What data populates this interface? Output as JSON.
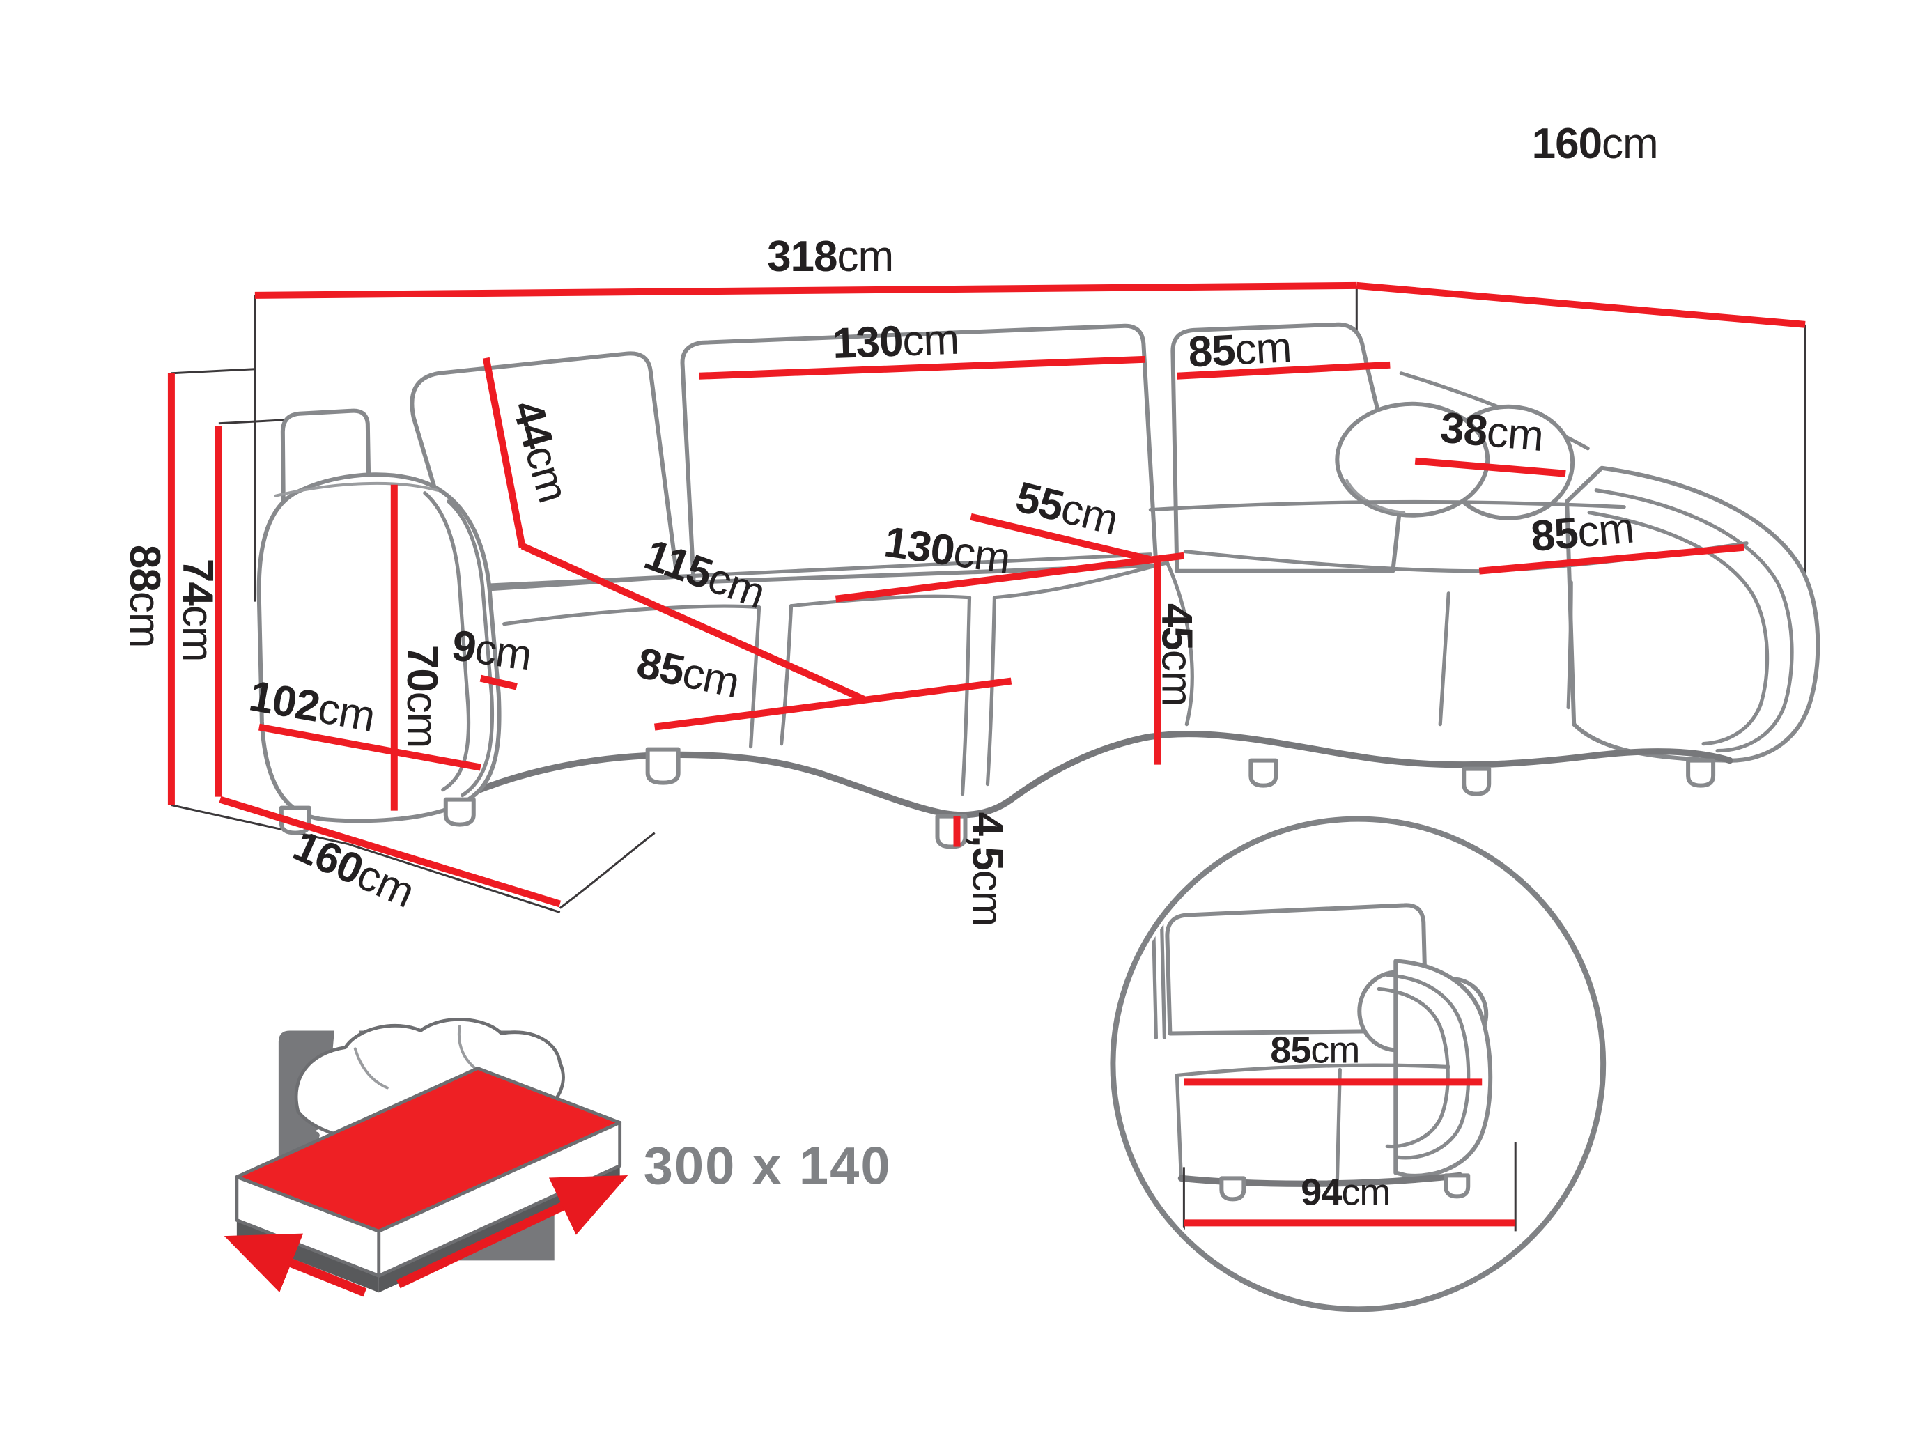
{
  "dimensions": {
    "total_width": {
      "value": "318",
      "unit": "cm"
    },
    "total_depth": {
      "value": "160",
      "unit": "cm"
    },
    "backrest_mid_width": {
      "value": "130",
      "unit": "cm"
    },
    "backrest_right_width": {
      "value": "85",
      "unit": "cm"
    },
    "backrest_height": {
      "value": "44",
      "unit": "cm"
    },
    "bolster_width": {
      "value": "38",
      "unit": "cm"
    },
    "seat_depth_left": {
      "value": "115",
      "unit": "cm"
    },
    "seat_width_left": {
      "value": "85",
      "unit": "cm"
    },
    "seat_width_mid": {
      "value": "130",
      "unit": "cm"
    },
    "seat_depth_mid": {
      "value": "55",
      "unit": "cm"
    },
    "seat_height": {
      "value": "45",
      "unit": "cm"
    },
    "leg_height": {
      "value": "4,5",
      "unit": "cm"
    },
    "armrest_top_width": {
      "value": "9",
      "unit": "cm"
    },
    "armrest_height": {
      "value": "70",
      "unit": "cm"
    },
    "armrest_depth": {
      "value": "102",
      "unit": "cm"
    },
    "total_height": {
      "value": "88",
      "unit": "cm"
    },
    "backrest_top_height": {
      "value": "74",
      "unit": "cm"
    },
    "side_depth": {
      "value": "160",
      "unit": "cm"
    },
    "chaise_width": {
      "value": "85",
      "unit": "cm"
    }
  },
  "detail_view": {
    "seat_width": {
      "value": "85",
      "unit": "cm"
    },
    "module_width": {
      "value": "94",
      "unit": "cm"
    }
  },
  "sleeping_area": {
    "label": "300 x 140"
  },
  "colors": {
    "dimension_red": "#ee1c23",
    "text_dark": "#232021",
    "sofa_gray": "#87898c",
    "icon_gray": "#77787b",
    "label_gray": "#808285"
  }
}
